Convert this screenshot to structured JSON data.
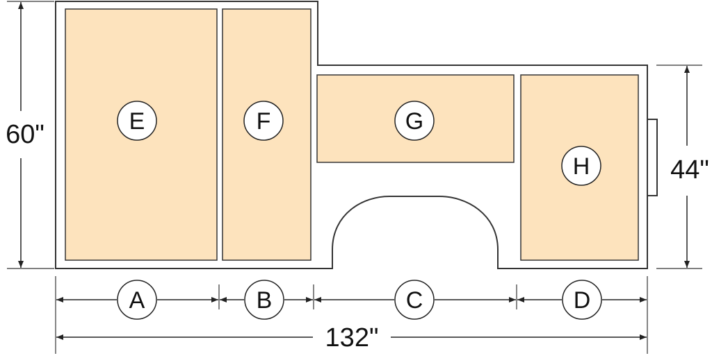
{
  "diagram": {
    "labels": {
      "panel_e": "E",
      "panel_f": "F",
      "panel_g": "G",
      "panel_h": "H",
      "width_a": "A",
      "width_b": "B",
      "width_c": "C",
      "width_d": "D"
    },
    "dimensions": {
      "overall_height": "60\"",
      "right_height": "44\"",
      "overall_width": "132\""
    },
    "colors": {
      "panel_fill": "#fde3bd",
      "stroke": "#333333",
      "background": "#ffffff"
    }
  }
}
